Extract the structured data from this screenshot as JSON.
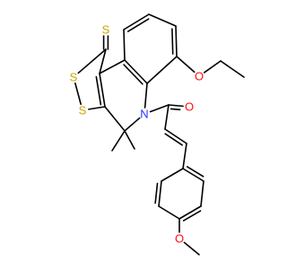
{
  "molecule": {
    "colors": {
      "bond": "#000000",
      "S": "#cca300",
      "O": "#ff0d0d",
      "N": "#2233ff"
    },
    "atoms": [
      {
        "id": "s_thione",
        "element": "S",
        "label": "S"
      },
      {
        "id": "s_ring1",
        "element": "S",
        "label": "S"
      },
      {
        "id": "s_ring2",
        "element": "S",
        "label": "S"
      },
      {
        "id": "n_ring",
        "element": "N",
        "label": "N"
      },
      {
        "id": "o_ethoxy",
        "element": "O",
        "label": "O"
      },
      {
        "id": "o_carbonyl",
        "element": "O",
        "label": "O"
      },
      {
        "id": "o_methoxy",
        "element": "O",
        "label": "O"
      }
    ]
  }
}
